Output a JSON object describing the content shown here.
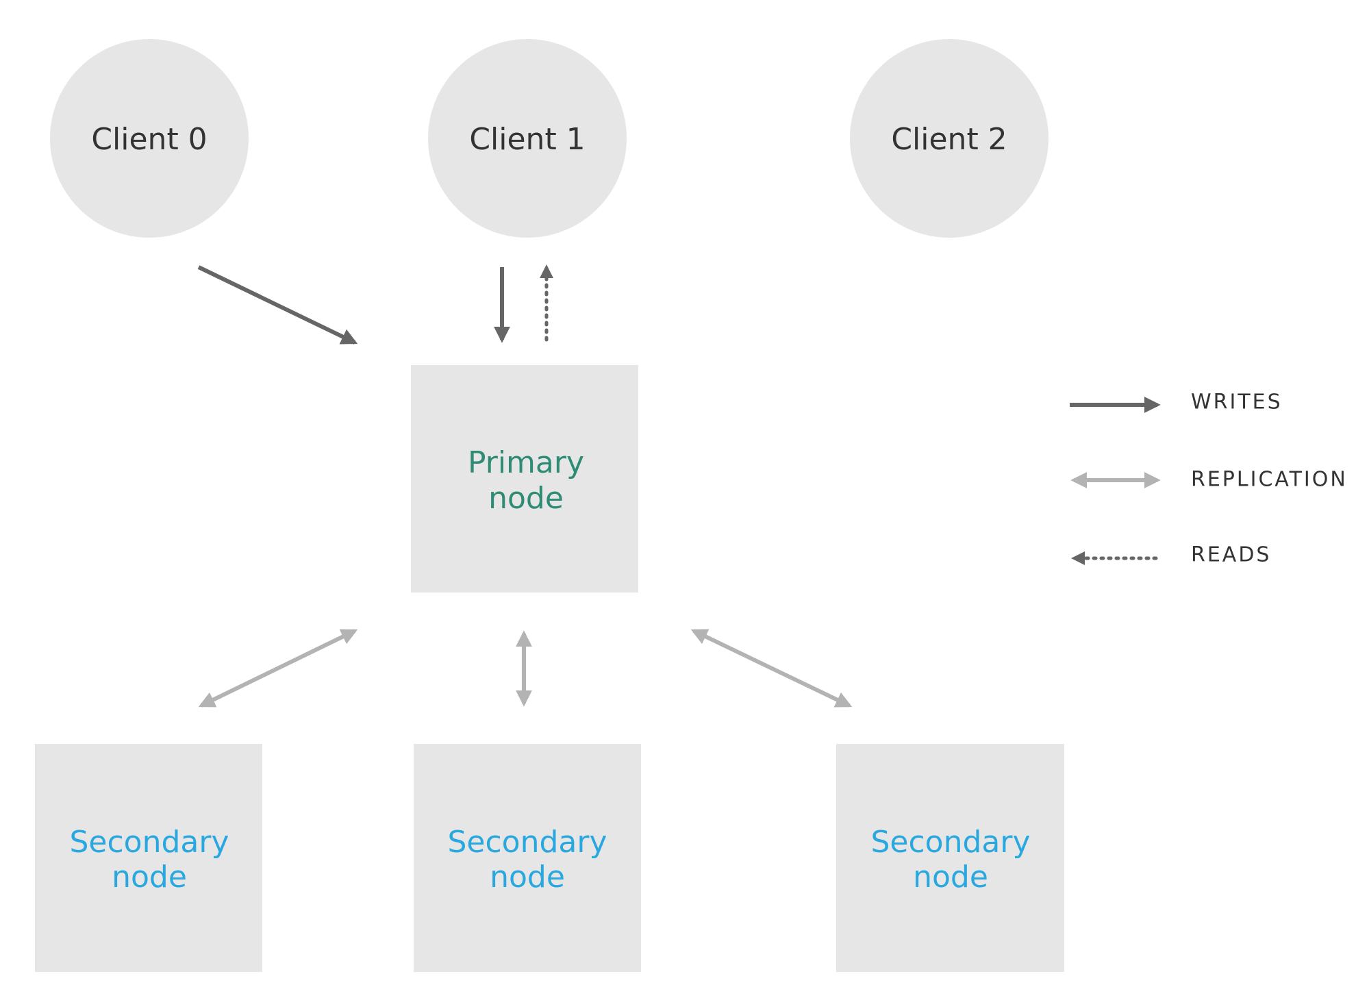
{
  "colors": {
    "background": "#ffffff",
    "node_fill": "#e6e6e6",
    "client_text": "#333333",
    "primary_text": "#2e8b74",
    "secondary_text": "#29a8e0",
    "write_arrow": "#666666",
    "replication_arrow": "#b3b3b3",
    "read_arrow": "#666666",
    "legend_text": "#333333"
  },
  "clients": [
    {
      "label": "Client 0"
    },
    {
      "label": "Client 1"
    },
    {
      "label": "Client 2"
    }
  ],
  "primary": {
    "line1": "Primary",
    "line2": "node"
  },
  "secondaries": [
    {
      "line1": "Secondary",
      "line2": "node"
    },
    {
      "line1": "Secondary",
      "line2": "node"
    },
    {
      "line1": "Secondary",
      "line2": "node"
    }
  ],
  "legend": {
    "writes": "WRITES",
    "replication": "REPLICATION",
    "reads": "READS"
  }
}
